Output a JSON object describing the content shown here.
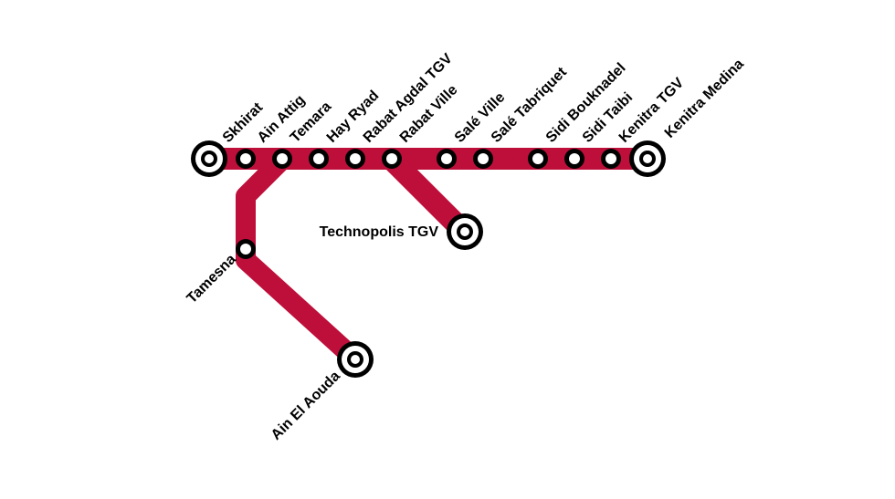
{
  "line_color": "#bd0f3a",
  "stations": [
    {
      "id": "skhirat",
      "label": "Skhirat",
      "kind": "terminus"
    },
    {
      "id": "ain-attig",
      "label": "Ain Attig",
      "kind": "stop"
    },
    {
      "id": "temara",
      "label": "Temara",
      "kind": "stop"
    },
    {
      "id": "hay-ryad",
      "label": "Hay Ryad",
      "kind": "stop"
    },
    {
      "id": "rabat-agdal-tgv",
      "label": "Rabat Agdal TGV",
      "kind": "stop"
    },
    {
      "id": "rabat-ville",
      "label": "Rabat Ville",
      "kind": "stop"
    },
    {
      "id": "sale-ville",
      "label": "Salé Ville",
      "kind": "stop"
    },
    {
      "id": "sale-tabriquet",
      "label": "Salé Tabriquet",
      "kind": "stop"
    },
    {
      "id": "sidi-bouknadel",
      "label": "Sidi Bouknadel",
      "kind": "stop"
    },
    {
      "id": "sidi-taibi",
      "label": "Sidi Taibi",
      "kind": "stop"
    },
    {
      "id": "kenitra-tgv",
      "label": "Kenitra TGV",
      "kind": "stop"
    },
    {
      "id": "kenitra-medina",
      "label": "Kenitra Medina",
      "kind": "terminus"
    },
    {
      "id": "technopolis-tgv",
      "label": "Technopolis TGV",
      "kind": "terminus"
    },
    {
      "id": "tamesna",
      "label": "Tamesna",
      "kind": "stop"
    },
    {
      "id": "ain-el-aouda",
      "label": "Ain El Aouda",
      "kind": "terminus"
    }
  ]
}
